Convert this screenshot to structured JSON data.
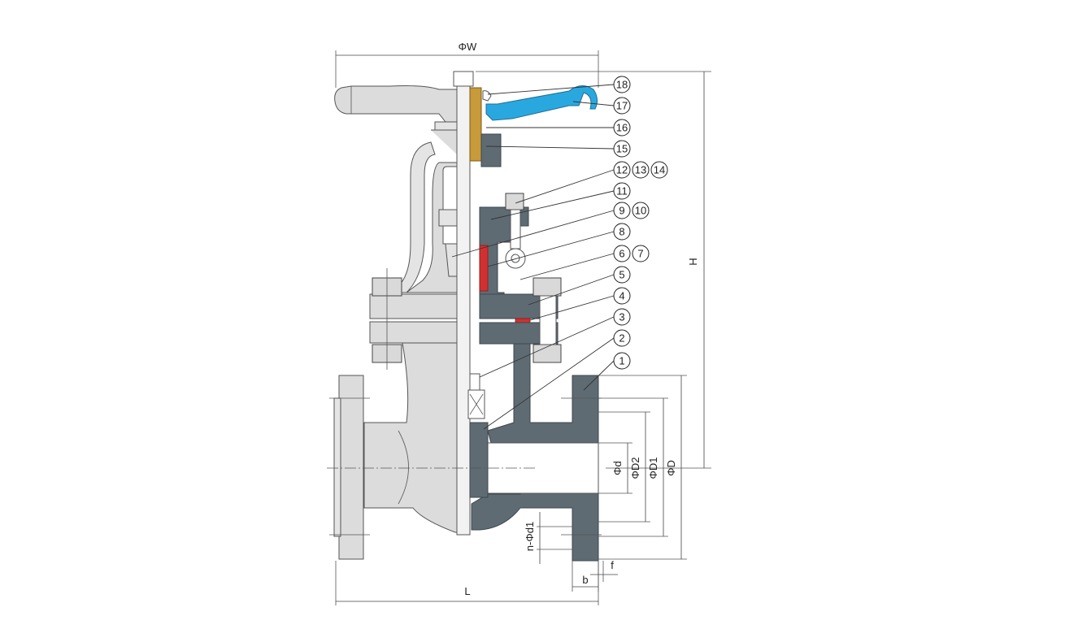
{
  "drawing": {
    "callouts": [
      {
        "id": "c18",
        "labels": [
          "18"
        ]
      },
      {
        "id": "c17",
        "labels": [
          "17"
        ]
      },
      {
        "id": "c16",
        "labels": [
          "16"
        ]
      },
      {
        "id": "c15",
        "labels": [
          "15"
        ]
      },
      {
        "id": "c12",
        "labels": [
          "12",
          "13",
          "14"
        ]
      },
      {
        "id": "c11",
        "labels": [
          "11"
        ]
      },
      {
        "id": "c9",
        "labels": [
          "9",
          "10"
        ]
      },
      {
        "id": "c8",
        "labels": [
          "8"
        ]
      },
      {
        "id": "c6",
        "labels": [
          "6",
          "7"
        ]
      },
      {
        "id": "c5",
        "labels": [
          "5"
        ]
      },
      {
        "id": "c4",
        "labels": [
          "4"
        ]
      },
      {
        "id": "c3",
        "labels": [
          "3"
        ]
      },
      {
        "id": "c2",
        "labels": [
          "2"
        ]
      },
      {
        "id": "c1",
        "labels": [
          "1"
        ]
      }
    ],
    "dimensions": {
      "handwheel_diameter": "ΦW",
      "height": "H",
      "length": "L",
      "bore": "Φd",
      "raised_face_diameter": "ΦD2",
      "bolt_circle_diameter": "ΦD1",
      "flange_diameter": "ΦD",
      "bolt_holes": "n-Φd1",
      "flange_thickness": "b",
      "raised_face_height": "f"
    },
    "colors": {
      "section": "#5f6b73",
      "body": "#dcdcdc",
      "handle": "#29a8e0",
      "gland": "#c79a3a",
      "gasket": "#d23030"
    }
  }
}
